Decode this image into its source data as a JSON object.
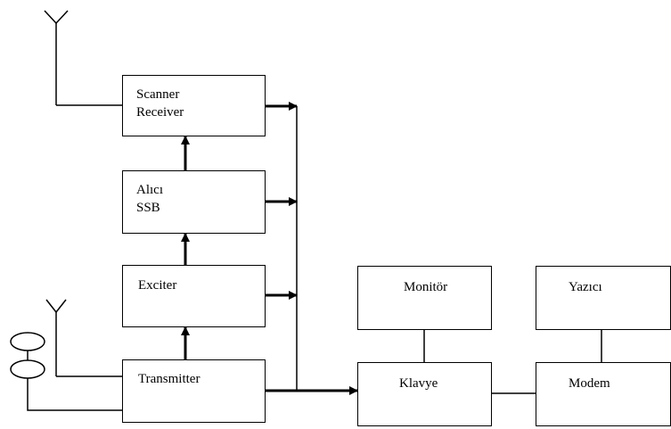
{
  "blocks": {
    "scanner_receiver": {
      "line1": "Scanner",
      "line2": "Receiver"
    },
    "alici_ssb": {
      "line1": "Alıcı",
      "line2": "SSB"
    },
    "exciter": {
      "label": "Exciter"
    },
    "transmitter": {
      "label": "Transmitter"
    },
    "monitor": {
      "label": "Monitör"
    },
    "yazici": {
      "label": "Yazıcı"
    },
    "klavye": {
      "label": "Klavye"
    },
    "modem": {
      "label": "Modem"
    }
  },
  "colors": {
    "stroke": "#000000",
    "background": "#ffffff"
  }
}
